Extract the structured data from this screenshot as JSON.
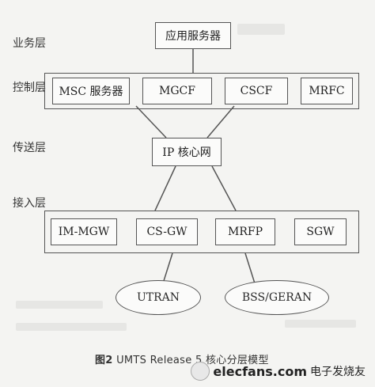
{
  "layers": {
    "service": "业务层",
    "control": "控制层",
    "transport": "传送层",
    "access": "接入层"
  },
  "nodes": {
    "app_server": "应用服务器",
    "msc_server": "MSC 服务器",
    "mgcf": "MGCF",
    "cscf": "CSCF",
    "mrfc": "MRFC",
    "ip_core": "IP 核心网",
    "im_mgw": "IM-MGW",
    "cs_gw": "CS-GW",
    "mrfp": "MRFP",
    "sgw": "SGW",
    "utran": "UTRAN",
    "bss_geran": "BSS/GERAN"
  },
  "caption": {
    "fig": "图2",
    "text": "UMTS Release 5 核心分层模型"
  },
  "watermark": {
    "site": "elecfans.com",
    "cn": "电子发烧友"
  }
}
